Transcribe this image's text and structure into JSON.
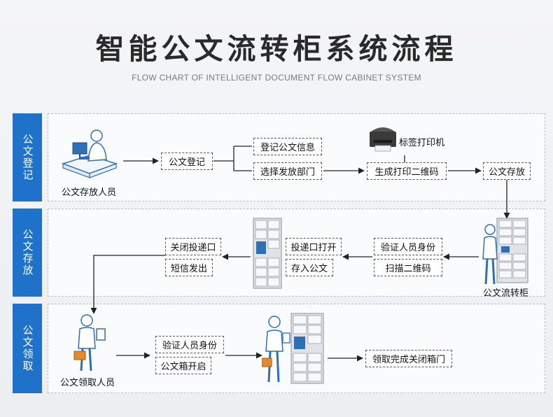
{
  "header": {
    "title": "智能公文流转柜系统流程",
    "subtitle": "FLOW CHART OF INTELLIGENT DOCUMENT FLOW CABINET SYSTEM"
  },
  "lanes": [
    {
      "label": "公文登记"
    },
    {
      "label": "公文存放"
    },
    {
      "label": "公文领取"
    }
  ],
  "lane1": {
    "person_caption": "公文存放人员",
    "step_register": "公文登记",
    "step_info": "登记公文信息",
    "step_dept": "选择发放部门",
    "printer_caption": "标签打印机",
    "step_print": "生成打印二维码",
    "step_store": "公文存放"
  },
  "lane2": {
    "cabinet_caption": "公文流转柜",
    "step_verify": "验证人员身份",
    "step_scan": "扫描二维码",
    "step_open": "投递口打开",
    "step_deposit": "存入公文",
    "step_close": "关闭投递口",
    "step_sms": "短信发出"
  },
  "lane3": {
    "person_caption": "公文领取人员",
    "step_verify": "验证人员身份",
    "step_open_box": "公文箱开启",
    "step_done": "领取完成关闭箱门"
  }
}
